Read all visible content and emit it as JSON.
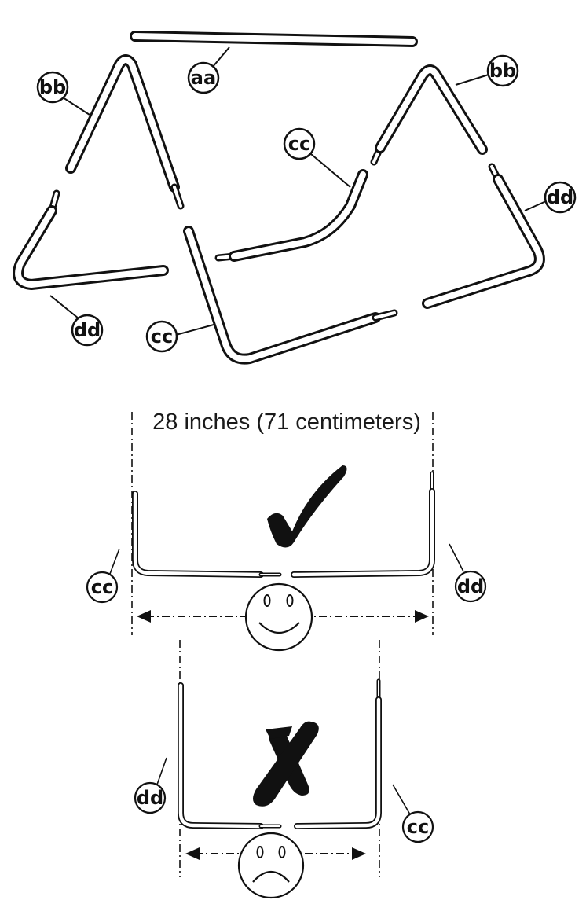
{
  "labels": {
    "aa": "aa",
    "bb": "bb",
    "cc": "cc",
    "dd": "dd"
  },
  "dimension": {
    "text": "28 inches (71 centimeters)"
  },
  "colors": {
    "line": "#111111",
    "background": "#ffffff"
  },
  "icons": {
    "correct": "check-mark-icon",
    "incorrect": "x-mark-icon",
    "correct_face": "smiley-face-icon",
    "incorrect_face": "frowning-face-icon"
  }
}
